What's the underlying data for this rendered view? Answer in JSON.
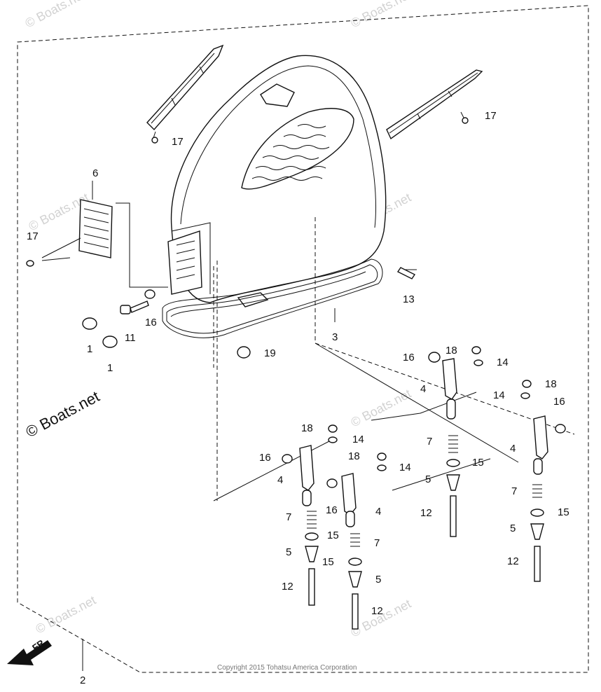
{
  "diagram": {
    "callouts": [
      {
        "id": "c-17a",
        "text": "17"
      },
      {
        "id": "c-17b",
        "text": "17"
      },
      {
        "id": "c-17c",
        "text": "17"
      },
      {
        "id": "c-6",
        "text": "6"
      },
      {
        "id": "c-13",
        "text": "13"
      },
      {
        "id": "c-3",
        "text": "3"
      },
      {
        "id": "c-16a",
        "text": "16"
      },
      {
        "id": "c-11",
        "text": "11"
      },
      {
        "id": "c-1a",
        "text": "1"
      },
      {
        "id": "c-1b",
        "text": "1"
      },
      {
        "id": "c-19",
        "text": "19"
      },
      {
        "id": "c-16b",
        "text": "16"
      },
      {
        "id": "c-18a",
        "text": "18"
      },
      {
        "id": "c-14a",
        "text": "14"
      },
      {
        "id": "c-4a",
        "text": "4"
      },
      {
        "id": "c-18b",
        "text": "18"
      },
      {
        "id": "c-14b",
        "text": "14"
      },
      {
        "id": "c-16c",
        "text": "16"
      },
      {
        "id": "c-4b",
        "text": "4"
      },
      {
        "id": "c-18c",
        "text": "18"
      },
      {
        "id": "c-14c",
        "text": "14"
      },
      {
        "id": "c-16d",
        "text": "16"
      },
      {
        "id": "c-4c",
        "text": "4"
      },
      {
        "id": "c-18d",
        "text": "18"
      },
      {
        "id": "c-14d",
        "text": "14"
      },
      {
        "id": "c-16e",
        "text": "16"
      },
      {
        "id": "c-4d",
        "text": "4"
      },
      {
        "id": "c-7a",
        "text": "7"
      },
      {
        "id": "c-15a",
        "text": "15"
      },
      {
        "id": "c-5a",
        "text": "5"
      },
      {
        "id": "c-12a",
        "text": "12"
      },
      {
        "id": "c-7b",
        "text": "7"
      },
      {
        "id": "c-15b",
        "text": "15"
      },
      {
        "id": "c-5b",
        "text": "5"
      },
      {
        "id": "c-12b",
        "text": "12"
      },
      {
        "id": "c-7c",
        "text": "7"
      },
      {
        "id": "c-15c",
        "text": "15"
      },
      {
        "id": "c-5c",
        "text": "5"
      },
      {
        "id": "c-12c",
        "text": "12"
      },
      {
        "id": "c-7d",
        "text": "7"
      },
      {
        "id": "c-15d",
        "text": "15"
      },
      {
        "id": "c-5d",
        "text": "5"
      },
      {
        "id": "c-12d",
        "text": "12"
      },
      {
        "id": "c-2",
        "text": "2"
      }
    ],
    "watermark_text": "© Boats.net",
    "copyright": "Copyright 2015 Tohatsu America Corporation",
    "front_arrow_label": "FR."
  }
}
